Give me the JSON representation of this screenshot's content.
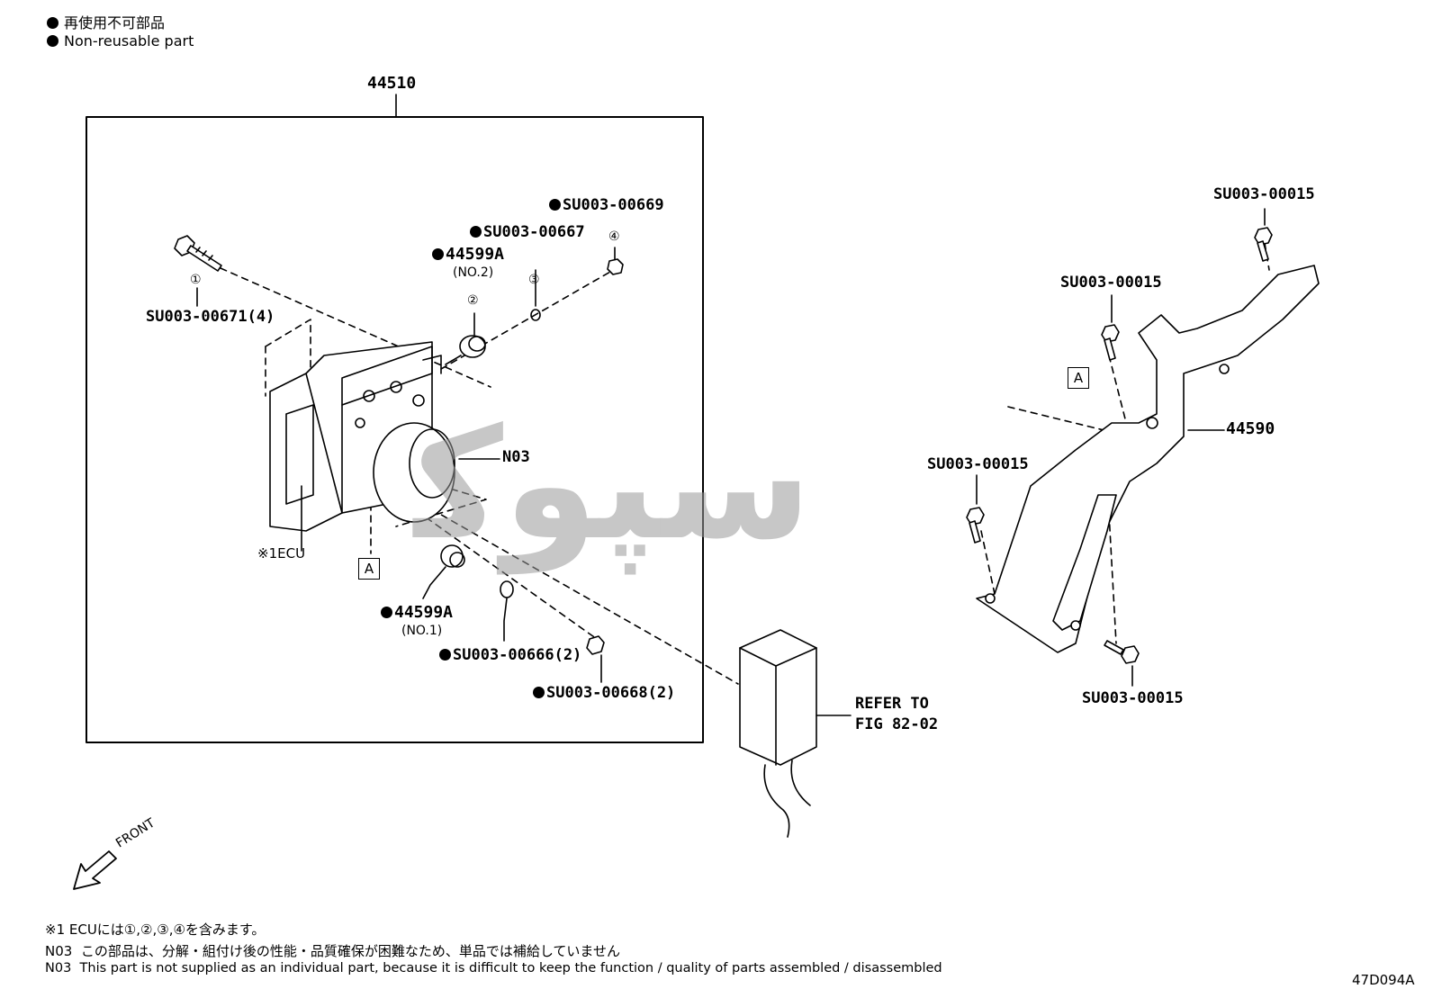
{
  "legend": {
    "jp": "再使用不可部品",
    "en": "Non-reusable part"
  },
  "assembly": {
    "number": "44510"
  },
  "parts": {
    "bolt_top": "SU003-00671(4)",
    "circle1": "①",
    "grommet2": "44599A",
    "grommet2_sub": "(NO.2)",
    "circle2": "②",
    "washer3": "SU003-00667",
    "circle3": "③",
    "nut4": "SU003-00669",
    "circle4": "④",
    "n03": "N03",
    "ecu": "※1ECU",
    "ref_a_left": "A",
    "grommet1": "44599A",
    "grommet1_sub": "(NO.1)",
    "washer_bottom": "SU003-00666(2)",
    "nut_bottom": "SU003-00668(2)",
    "refer_line1": "REFER TO",
    "refer_line2": "FIG 82-02",
    "bracket": "44590",
    "bracket_bolt_top": "SU003-00015",
    "bracket_bolt_upper": "SU003-00015",
    "bracket_bolt_mid": "SU003-00015",
    "bracket_bolt_bottom": "SU003-00015",
    "ref_a_right": "A"
  },
  "front_label": "FRONT",
  "watermark": "ﺳﭙﻮﮐ",
  "notes": {
    "note1": "※1 ECUには①,②,③,④を含みます。",
    "n03_jp_key": "N03",
    "n03_jp": "この部品は、分解・組付け後の性能・品質確保が困難なため、単品では補給していません",
    "n03_en_key": "N03",
    "n03_en": "This part is not supplied as an individual part, because it is difficult to keep the function / quality of parts  assembled / disassembled"
  },
  "figure_id": "47D094A"
}
